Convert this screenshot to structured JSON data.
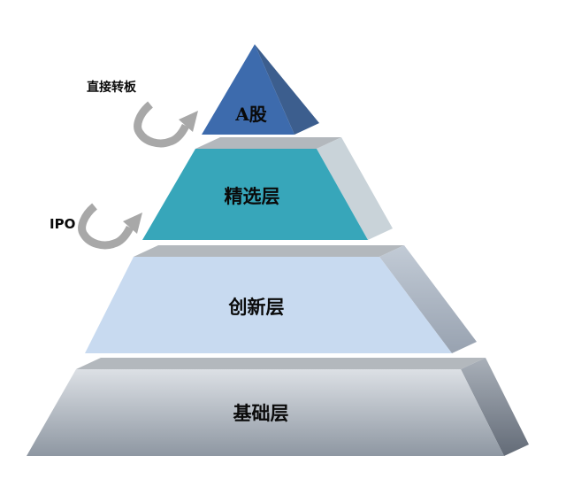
{
  "diagram": {
    "type": "pyramid",
    "background": "#FFFFFF",
    "shelf_color": "#B3B8BD",
    "arrow_color": "#A8A8A8",
    "label_color": "#0A0A0A",
    "levels": [
      {
        "label": "A股",
        "front_color": "#3D6BAD",
        "side_color": "#3C5E8E"
      },
      {
        "label": "精选层",
        "front_color": "#37A6BA",
        "side_color": "#C9D3D9"
      },
      {
        "label": "创新层",
        "front_color": "#C8DAF0",
        "side_top": "#C2CBD6",
        "side_bottom": "#98A2B0"
      },
      {
        "label": "基础层",
        "front_top": "#DCE0E5",
        "front_bottom": "#8E97A2",
        "side_top": "#A9B0B9",
        "side_bottom": "#636B77"
      }
    ],
    "annotations": [
      {
        "label": "直接转板"
      },
      {
        "label": "IPO"
      }
    ]
  }
}
